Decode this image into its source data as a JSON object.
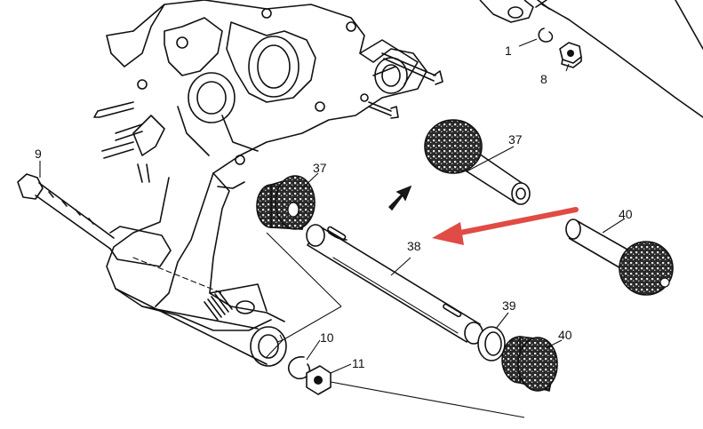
{
  "figure": {
    "callouts": [
      {
        "id": "label-1",
        "text": "1"
      },
      {
        "id": "label-8",
        "text": "8"
      },
      {
        "id": "label-9",
        "text": "9"
      },
      {
        "id": "label-37a",
        "text": "37"
      },
      {
        "id": "label-37b",
        "text": "37"
      },
      {
        "id": "label-38",
        "text": "38"
      },
      {
        "id": "label-39",
        "text": "39"
      },
      {
        "id": "label-40a",
        "text": "40"
      },
      {
        "id": "label-40b",
        "text": "40"
      },
      {
        "id": "label-10",
        "text": "10"
      },
      {
        "id": "label-11",
        "text": "11"
      }
    ]
  },
  "colors": {
    "line": "#111111",
    "background": "#ffffff",
    "highlight_arrow": "#e04b45"
  }
}
